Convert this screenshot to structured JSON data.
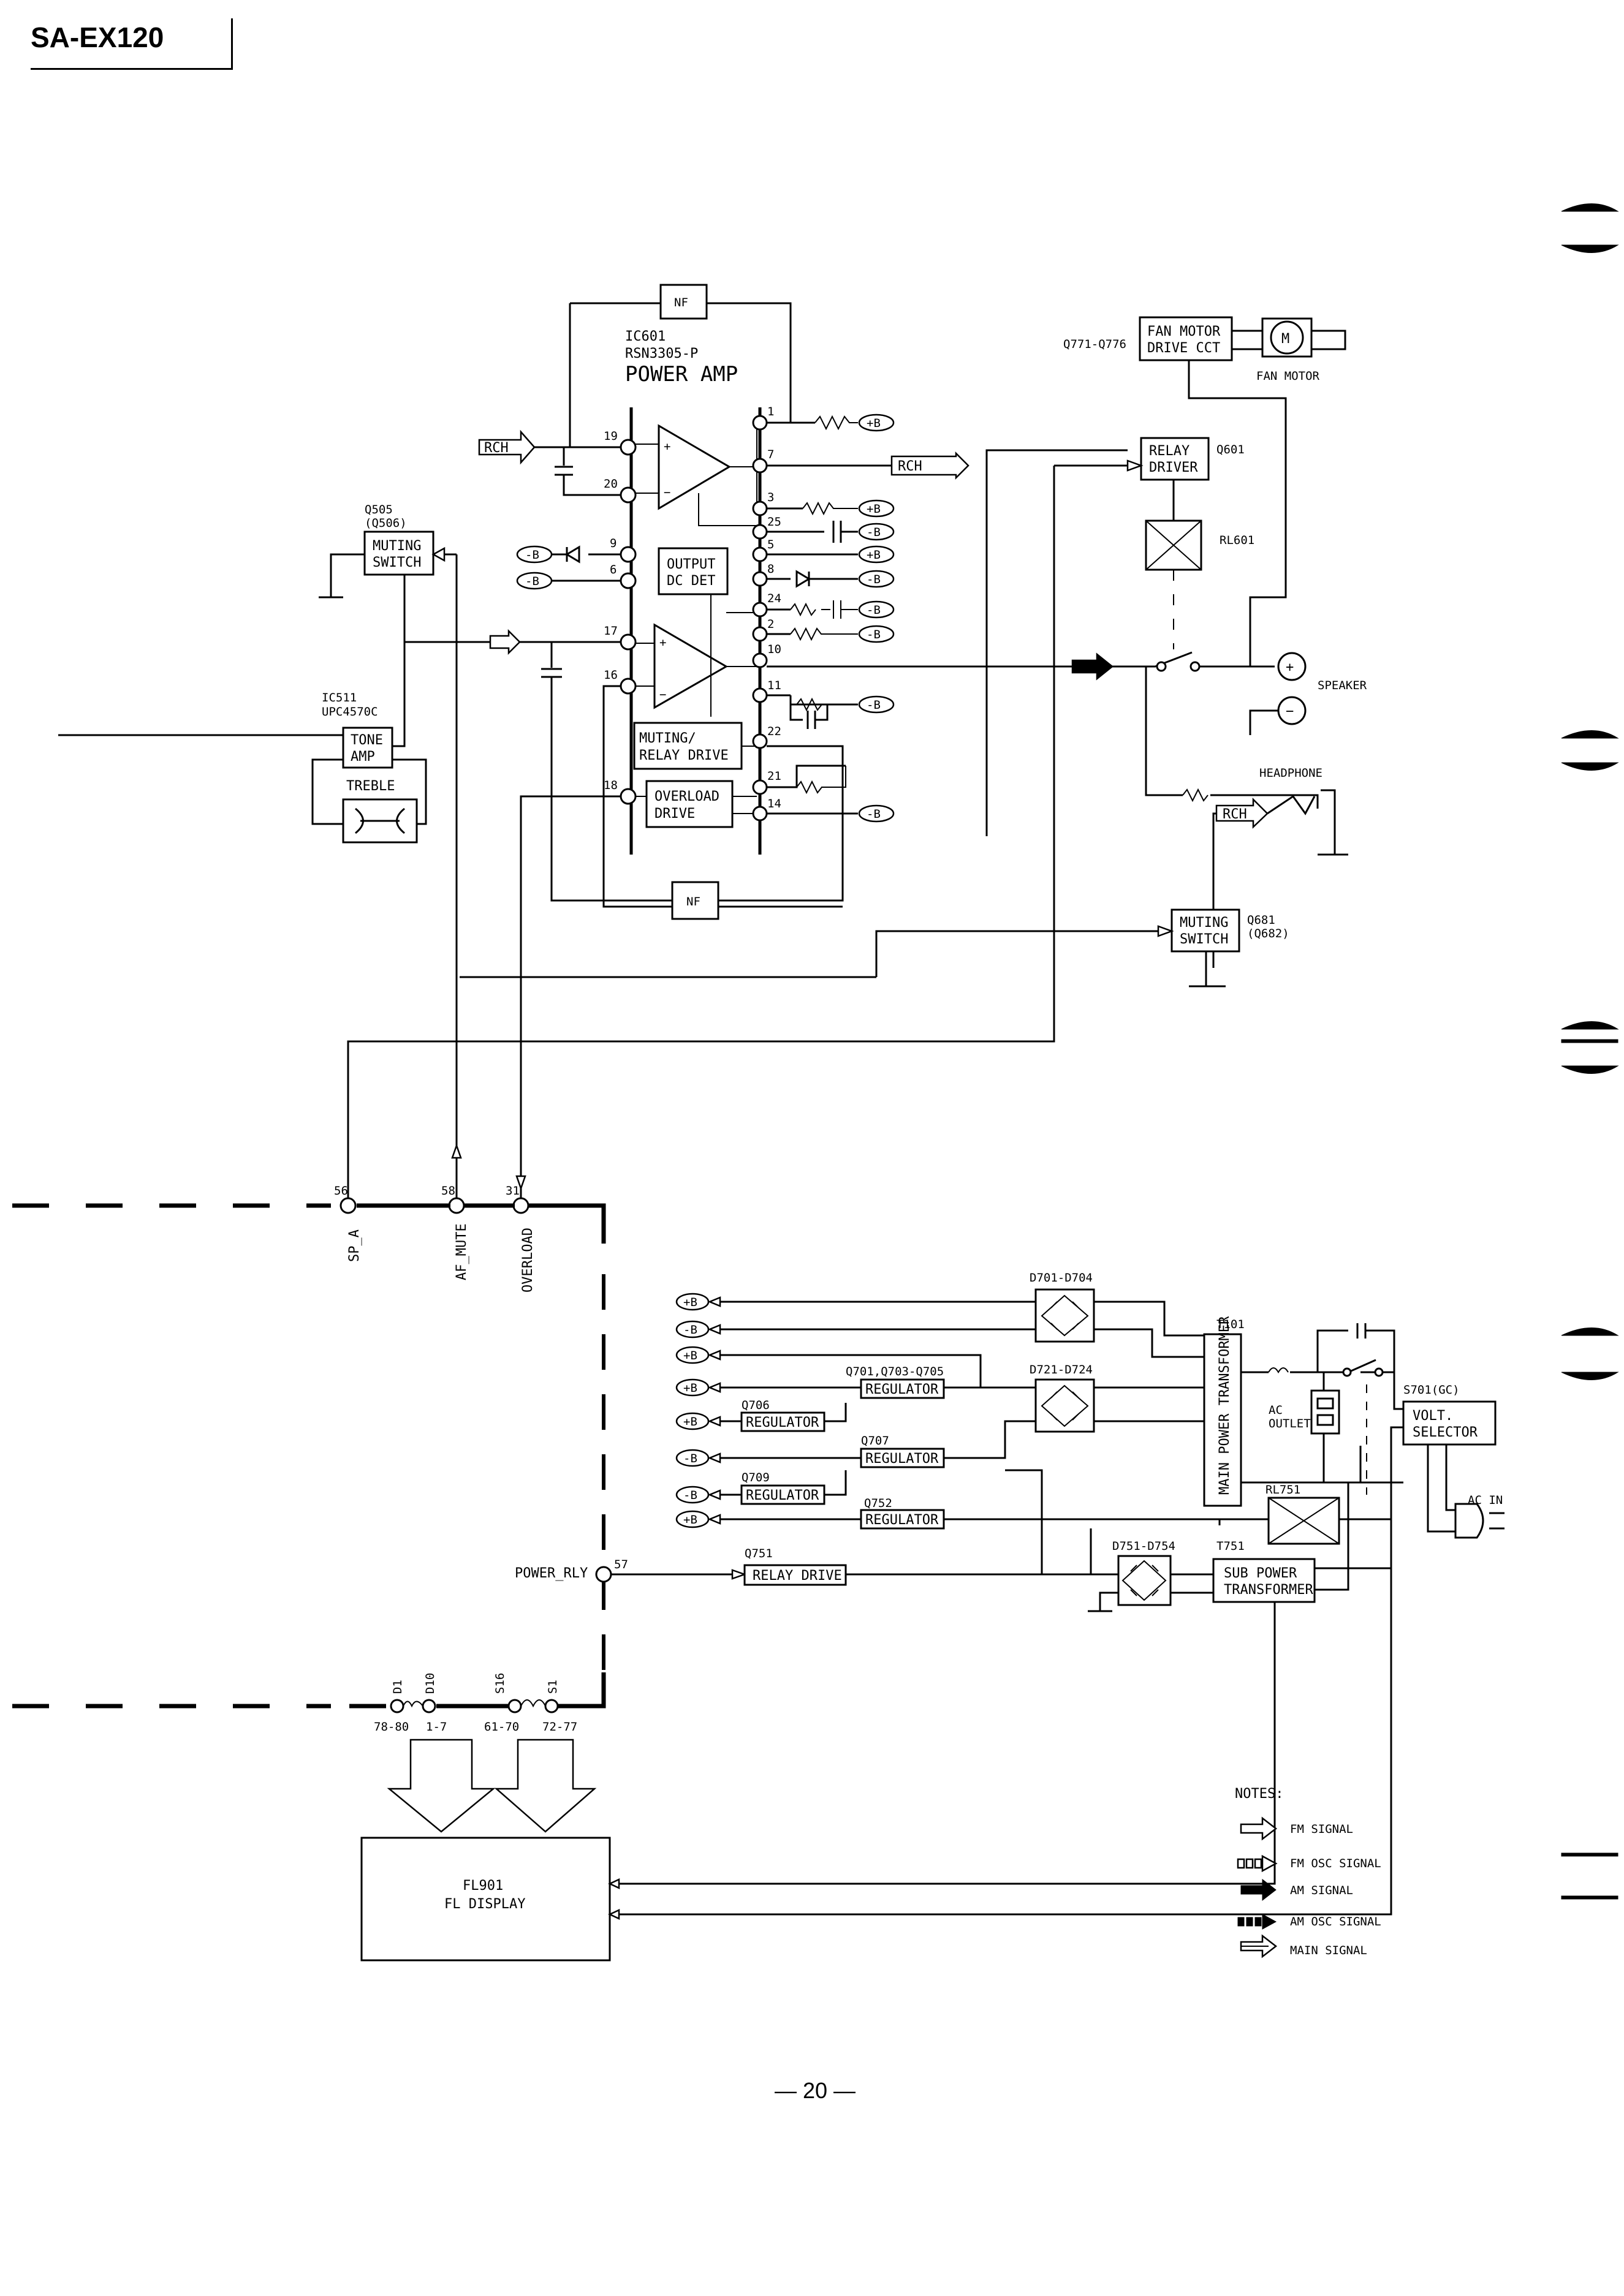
{
  "header": {
    "model": "SA-EX120"
  },
  "footer": {
    "page": "— 20 —"
  },
  "power_amp": {
    "ref": "IC601",
    "part": "RSN3305-P",
    "name": "POWER AMP",
    "nf_top": "NF",
    "nf_bottom": "NF",
    "output_dc_det": [
      "OUTPUT",
      "DC DET"
    ],
    "muting_relay_drive": [
      "MUTING/",
      "RELAY DRIVE"
    ],
    "overload_drive": [
      "OVERLOAD",
      "DRIVE"
    ],
    "input_label": "RCH",
    "output_label": "RCH",
    "pins": [
      "19",
      "20",
      "9",
      "6",
      "17",
      "16",
      "18",
      "1",
      "7",
      "3",
      "25",
      "5",
      "8",
      "24",
      "2",
      "10",
      "11",
      "22",
      "21",
      "14"
    ]
  },
  "rails": {
    "positive": "+B",
    "negative": "-B"
  },
  "muting_left": {
    "ref": [
      "Q505",
      "(Q506)"
    ],
    "lines": [
      "MUTING",
      "SWITCH"
    ]
  },
  "tone": {
    "ref": [
      "IC511",
      "UPC4570C"
    ],
    "lines": [
      "TONE",
      "AMP"
    ],
    "treble": "TREBLE"
  },
  "fan": {
    "ref": "Q771-Q776",
    "lines": [
      "FAN MOTOR",
      "DRIVE CCT"
    ],
    "motor_label": "FAN MOTOR",
    "motor_symbol": "M"
  },
  "relay": {
    "lines": [
      "RELAY",
      "DRIVER"
    ],
    "ref": "Q601",
    "relay_ref": "RL601"
  },
  "speaker": {
    "label": "SPEAKER",
    "plus": "+",
    "minus": "−"
  },
  "headphone": {
    "label": "HEADPHONE",
    "channel": "RCH"
  },
  "muting_right": {
    "lines": [
      "MUTING",
      "SWITCH"
    ],
    "ref": [
      "Q681",
      "(Q682)"
    ]
  },
  "connectors": [
    {
      "pin": "56",
      "signal": "SP_A"
    },
    {
      "pin": "58",
      "signal": "AF_MUTE"
    },
    {
      "pin": "31",
      "signal": "OVERLOAD"
    }
  ],
  "power_relay": {
    "label": "POWER_RLY",
    "pin": "57",
    "ref": "Q751",
    "driver": "RELAY DRIVE"
  },
  "fl_bus": {
    "pins": [
      "D1",
      "D10",
      "S16",
      "S1"
    ],
    "ranges": [
      "78-80",
      "1-7",
      "61-70",
      "72-77"
    ]
  },
  "fl_display": {
    "ref": "FL901",
    "name": "FL DISPLAY"
  },
  "power_supply": {
    "bridge1": "D701-D704",
    "bridge2": "D721-D724",
    "bridge3": "D751-D754",
    "regulators": [
      {
        "ref": "Q701,Q703-Q705",
        "label": "REGULATOR"
      },
      {
        "ref": "Q706",
        "label": "REGULATOR"
      },
      {
        "ref": "Q707",
        "label": "REGULATOR"
      },
      {
        "ref": "Q709",
        "label": "REGULATOR"
      },
      {
        "ref": "Q752",
        "label": "REGULATOR"
      }
    ],
    "main_transformer": {
      "ref": "T101",
      "label": "MAIN POWER TRANSFORMER"
    },
    "sub_transformer": {
      "ref": "T751",
      "lines": [
        "SUB POWER",
        "TRANSFORMER"
      ]
    },
    "ac_outlet": [
      "AC",
      "OUTLET"
    ],
    "volt_selector": {
      "ref": "S701(GC)",
      "lines": [
        "VOLT.",
        "SELECTOR"
      ]
    },
    "relay_ref": "RL751",
    "ac_in": "AC IN"
  },
  "notes": {
    "title": "NOTES:",
    "items": [
      "FM SIGNAL",
      "FM OSC SIGNAL",
      "AM SIGNAL",
      "AM OSC SIGNAL",
      "MAIN SIGNAL"
    ]
  }
}
